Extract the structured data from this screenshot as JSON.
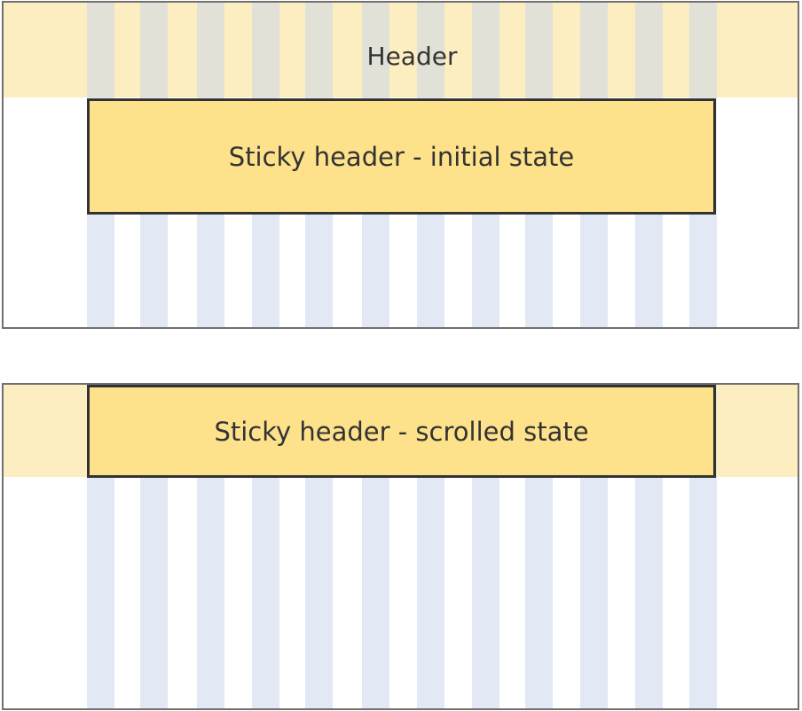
{
  "panels": {
    "initial": {
      "header_label": "Header",
      "sticky_label": "Sticky header - initial state"
    },
    "scrolled": {
      "sticky_label": "Sticky header - scrolled state"
    }
  },
  "colors": {
    "header_band": "#fdeec2",
    "sticky_fill": "#fee28b",
    "sticky_border": "#333333",
    "grid_column": "#c7d4ea",
    "panel_border": "#707070",
    "text": "#333333"
  }
}
